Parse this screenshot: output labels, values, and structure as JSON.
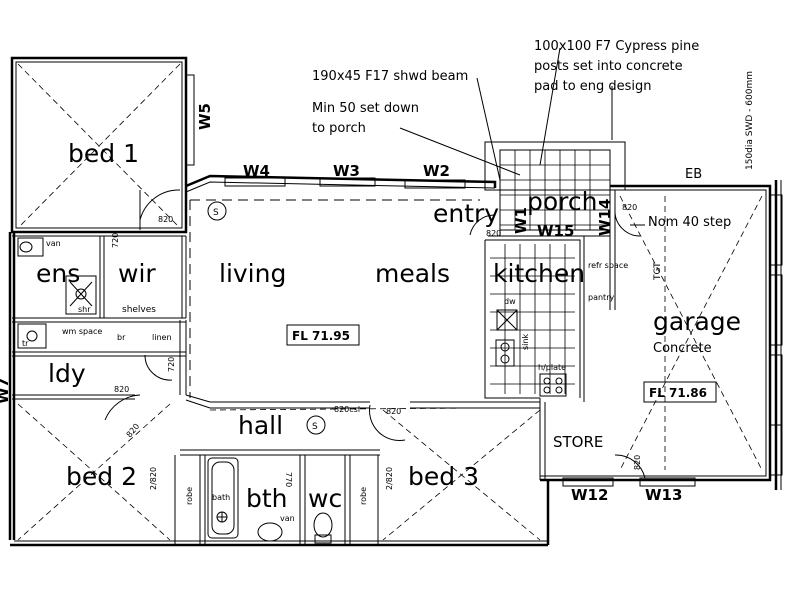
{
  "rooms": {
    "bed1": "bed 1",
    "ens": "ens",
    "wir": "wir",
    "living": "living",
    "meals": "meals",
    "entry": "entry",
    "porch": "porch",
    "kitchen": "kitchen",
    "garage": "garage",
    "ldy": "ldy",
    "hall": "hall",
    "bed2": "bed 2",
    "bth": "bth",
    "wc": "wc",
    "bed3": "bed 3",
    "store": "STORE"
  },
  "windows": {
    "w5": "W5",
    "w4": "W4",
    "w3": "W3",
    "w2": "W2",
    "w1": "W1",
    "w14": "W14",
    "w15": "W15",
    "w12": "W12",
    "w13": "W13",
    "w7": "W7"
  },
  "notes": {
    "posts_line1": "100x100 F7 Cypress pine",
    "posts_line2": "posts set into concrete",
    "posts_line3": "pad to eng design",
    "beam": "190x45 F17 shwd beam",
    "setdown_line1": "Min 50 set down",
    "setdown_line2": "to porch",
    "swd": "150dia SWD - 600mm",
    "eb": "EB",
    "step": "Nom 40 step",
    "tgt": "TGT",
    "concrete": "Concrete",
    "fl_main": "FL 71.95",
    "fl_garage": "FL 71.86",
    "csl": "820csl"
  },
  "fixtures": {
    "van": "van",
    "shr": "shr",
    "shelves": "shelves",
    "wm_space": "wm space",
    "tr": "tr",
    "br": "br",
    "linen": "linen",
    "robe": "robe",
    "bath": "bath",
    "dw": "dw",
    "sink": "sink",
    "hplate": "h/plate",
    "refr_space": "refr space",
    "pantry": "pantry",
    "smoke": "S"
  },
  "doors": {
    "d820": "820",
    "d720": "720",
    "d2820": "2/820",
    "d770": "770"
  }
}
